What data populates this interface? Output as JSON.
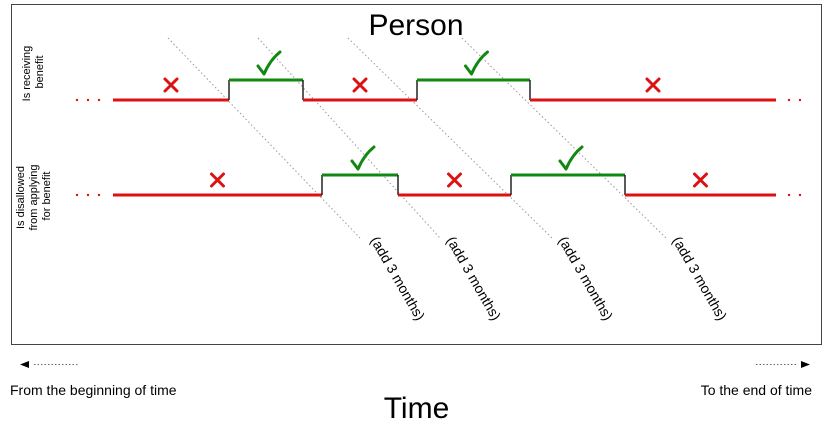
{
  "title": "Person",
  "row_labels": {
    "receiving": [
      "Is receiving",
      "benefit"
    ],
    "disallowed": [
      "Is disallowed",
      "from applying",
      "for benefit"
    ]
  },
  "annotation_text": "(add 3 months)",
  "annotations_count": 4,
  "rows": {
    "receiving": {
      "segments": [
        "false",
        "true",
        "false",
        "true",
        "false"
      ]
    },
    "disallowed": {
      "segments": [
        "false",
        "true",
        "false",
        "true",
        "false"
      ]
    }
  },
  "time_axis": {
    "start_label": "From the beginning of time",
    "end_label": "To the end of time",
    "axis_label": "Time"
  },
  "colors": {
    "false_state": "#dd1111",
    "true_state": "#118811",
    "frame": "#444444",
    "dotted_guides": "#999999"
  },
  "icons": {
    "false_marker": "red-cross-icon",
    "true_marker": "green-check-icon"
  }
}
